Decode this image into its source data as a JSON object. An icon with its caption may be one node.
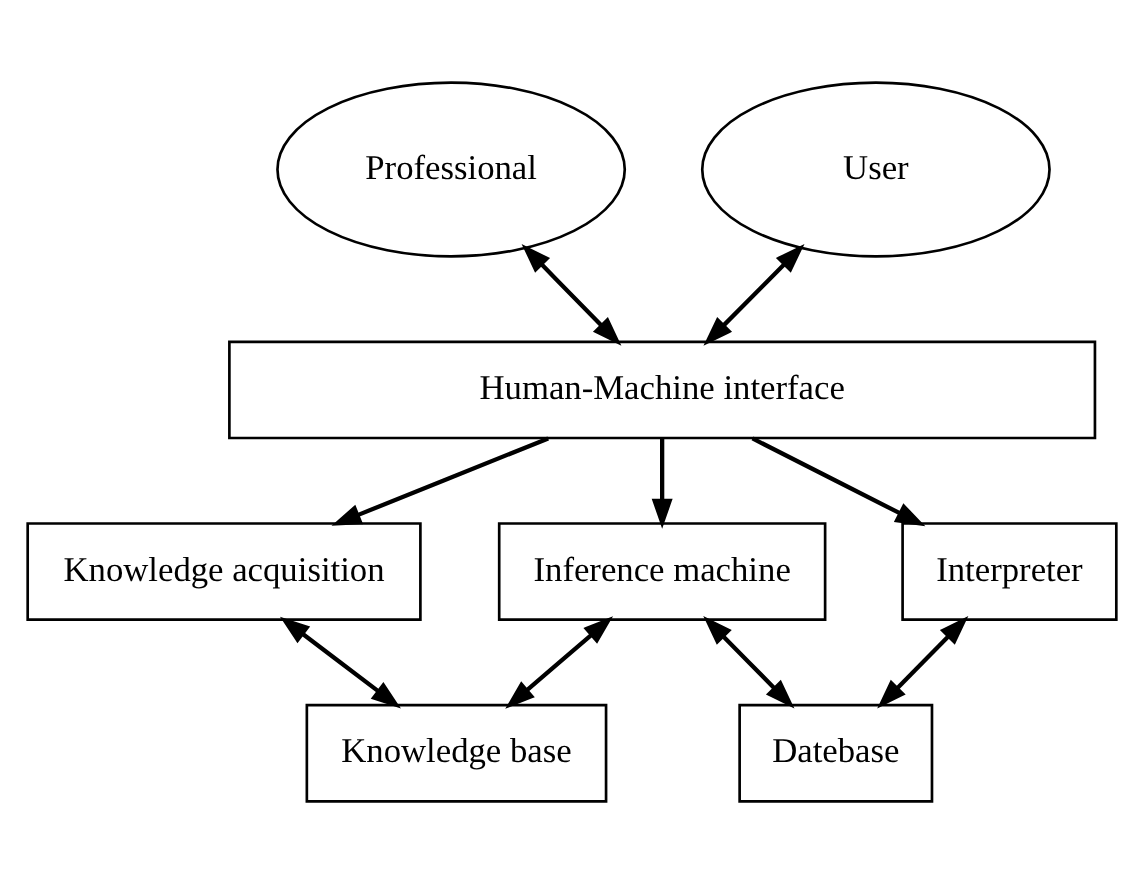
{
  "diagram": {
    "nodes": [
      {
        "text": [
          "Professional"
        ]
      },
      {
        "text": [
          "User"
        ]
      },
      {
        "text": [
          "Human-Machine interface"
        ]
      },
      {
        "text": [
          "Knowledge acquisition"
        ]
      },
      {
        "text": [
          "Inference machine"
        ]
      },
      {
        "text": [
          "Interpreter"
        ]
      },
      {
        "text": [
          "Knowledge base"
        ]
      },
      {
        "text": [
          "Datebase"
        ]
      }
    ],
    "edges": [
      {
        "from": 0,
        "to": 2,
        "arrow": "both"
      },
      {
        "from": 1,
        "to": 2,
        "arrow": "both"
      },
      {
        "from": 2,
        "to": 3,
        "arrow": "to"
      },
      {
        "from": 2,
        "to": 4,
        "arrow": "to"
      },
      {
        "from": 2,
        "to": 5,
        "arrow": "to"
      },
      {
        "from": 3,
        "to": 6,
        "arrow": "both"
      },
      {
        "from": 4,
        "to": 6,
        "arrow": "both"
      },
      {
        "from": 4,
        "to": 7,
        "arrow": "both"
      },
      {
        "from": 5,
        "to": 7,
        "arrow": "both"
      }
    ]
  }
}
